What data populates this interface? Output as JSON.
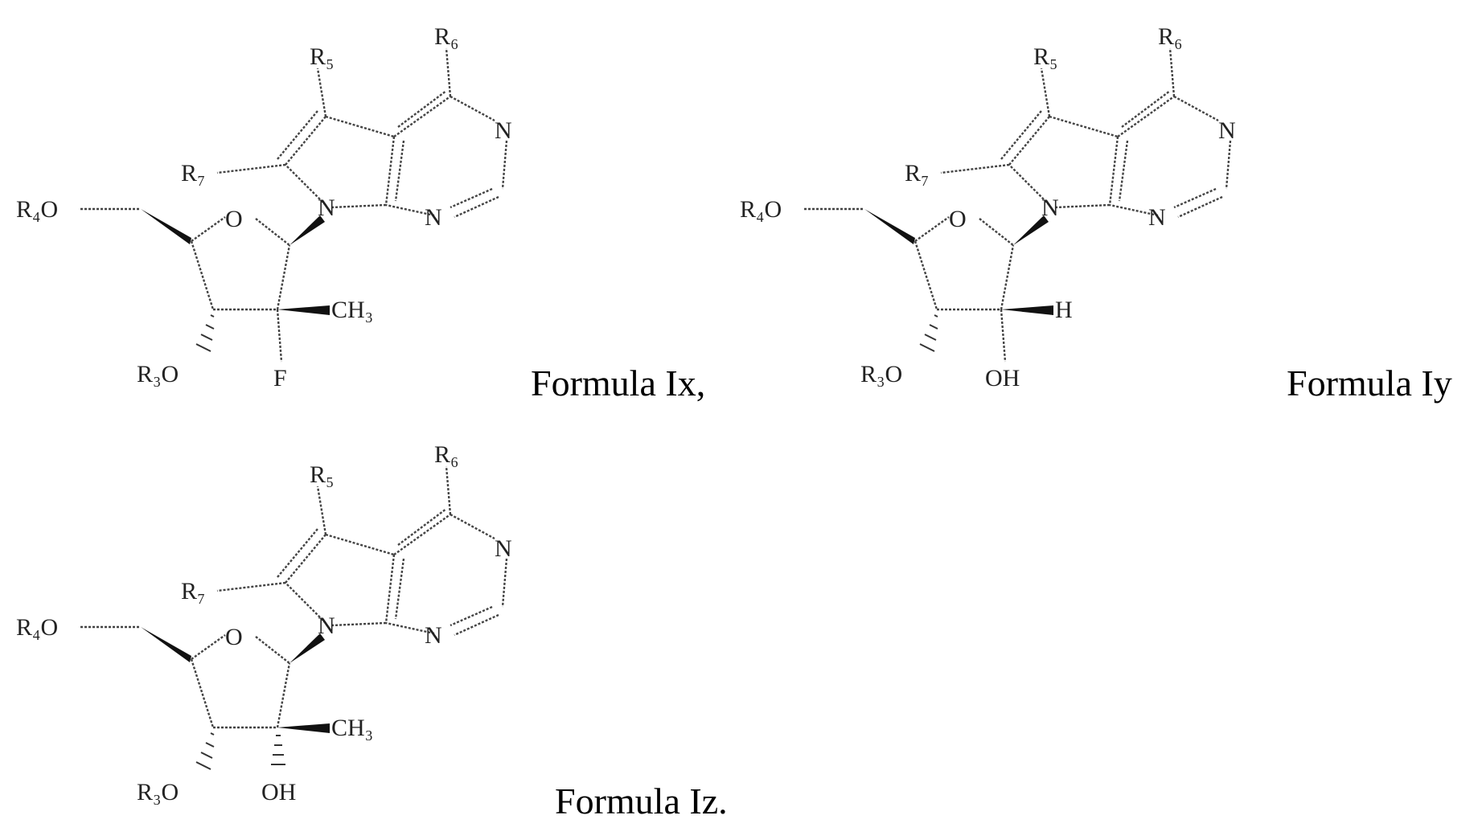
{
  "atoms": {
    "r4o": "R₄O",
    "r3o": "R₃O",
    "r5": "R₅",
    "r6": "R₆",
    "r7": "R₇",
    "o": "O",
    "n": "N",
    "ch3": "CH₃",
    "f": "F",
    "h": "H",
    "oh": "OH"
  },
  "structures": [
    {
      "id": "Ix",
      "caption": "Formula Ix,",
      "c2_up": "CH₃",
      "c2_down": "F"
    },
    {
      "id": "Iy",
      "caption": "Formula Iy",
      "c2_up": "H",
      "c2_down": "OH"
    },
    {
      "id": "Iz",
      "caption": "Formula Iz.",
      "c2_up": "CH₃",
      "c2_down": "OH"
    }
  ]
}
